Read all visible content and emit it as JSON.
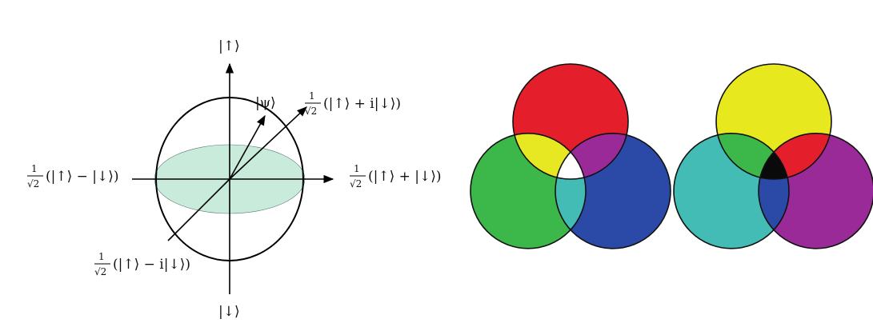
{
  "bloch": {
    "top_label": "|↑⟩",
    "bottom_label": "|↓⟩",
    "psi_label": "|ψ⟩",
    "right_label": {
      "num": "1",
      "den": "√2",
      "expr": "(|↑⟩ + |↓⟩)"
    },
    "left_label": {
      "num": "1",
      "den": "√2",
      "expr": "(|↑⟩ − |↓⟩)"
    },
    "diag_up_label": {
      "num": "1",
      "den": "√2",
      "expr": "(|↑⟩ + i|↓⟩)"
    },
    "diag_down_label": {
      "num": "1",
      "den": "√2",
      "expr": "(|↑⟩ − i|↓⟩)"
    },
    "equator_color": "#c9ebdc",
    "line_color": "#000000"
  },
  "additive": {
    "top": "#e51e2b",
    "left": "#3cb84a",
    "right": "#2b4aa8",
    "top_left": "#e7e722",
    "top_right": "#9a2a98",
    "left_right": "#43bcb6",
    "center": "#ffffff"
  },
  "subtractive": {
    "top": "#e8e81e",
    "left": "#43bcb6",
    "right": "#9a2a98",
    "top_left": "#3cb84a",
    "top_right": "#e51e2b",
    "left_right": "#2b4aa8",
    "center": "#0a0a0a"
  }
}
